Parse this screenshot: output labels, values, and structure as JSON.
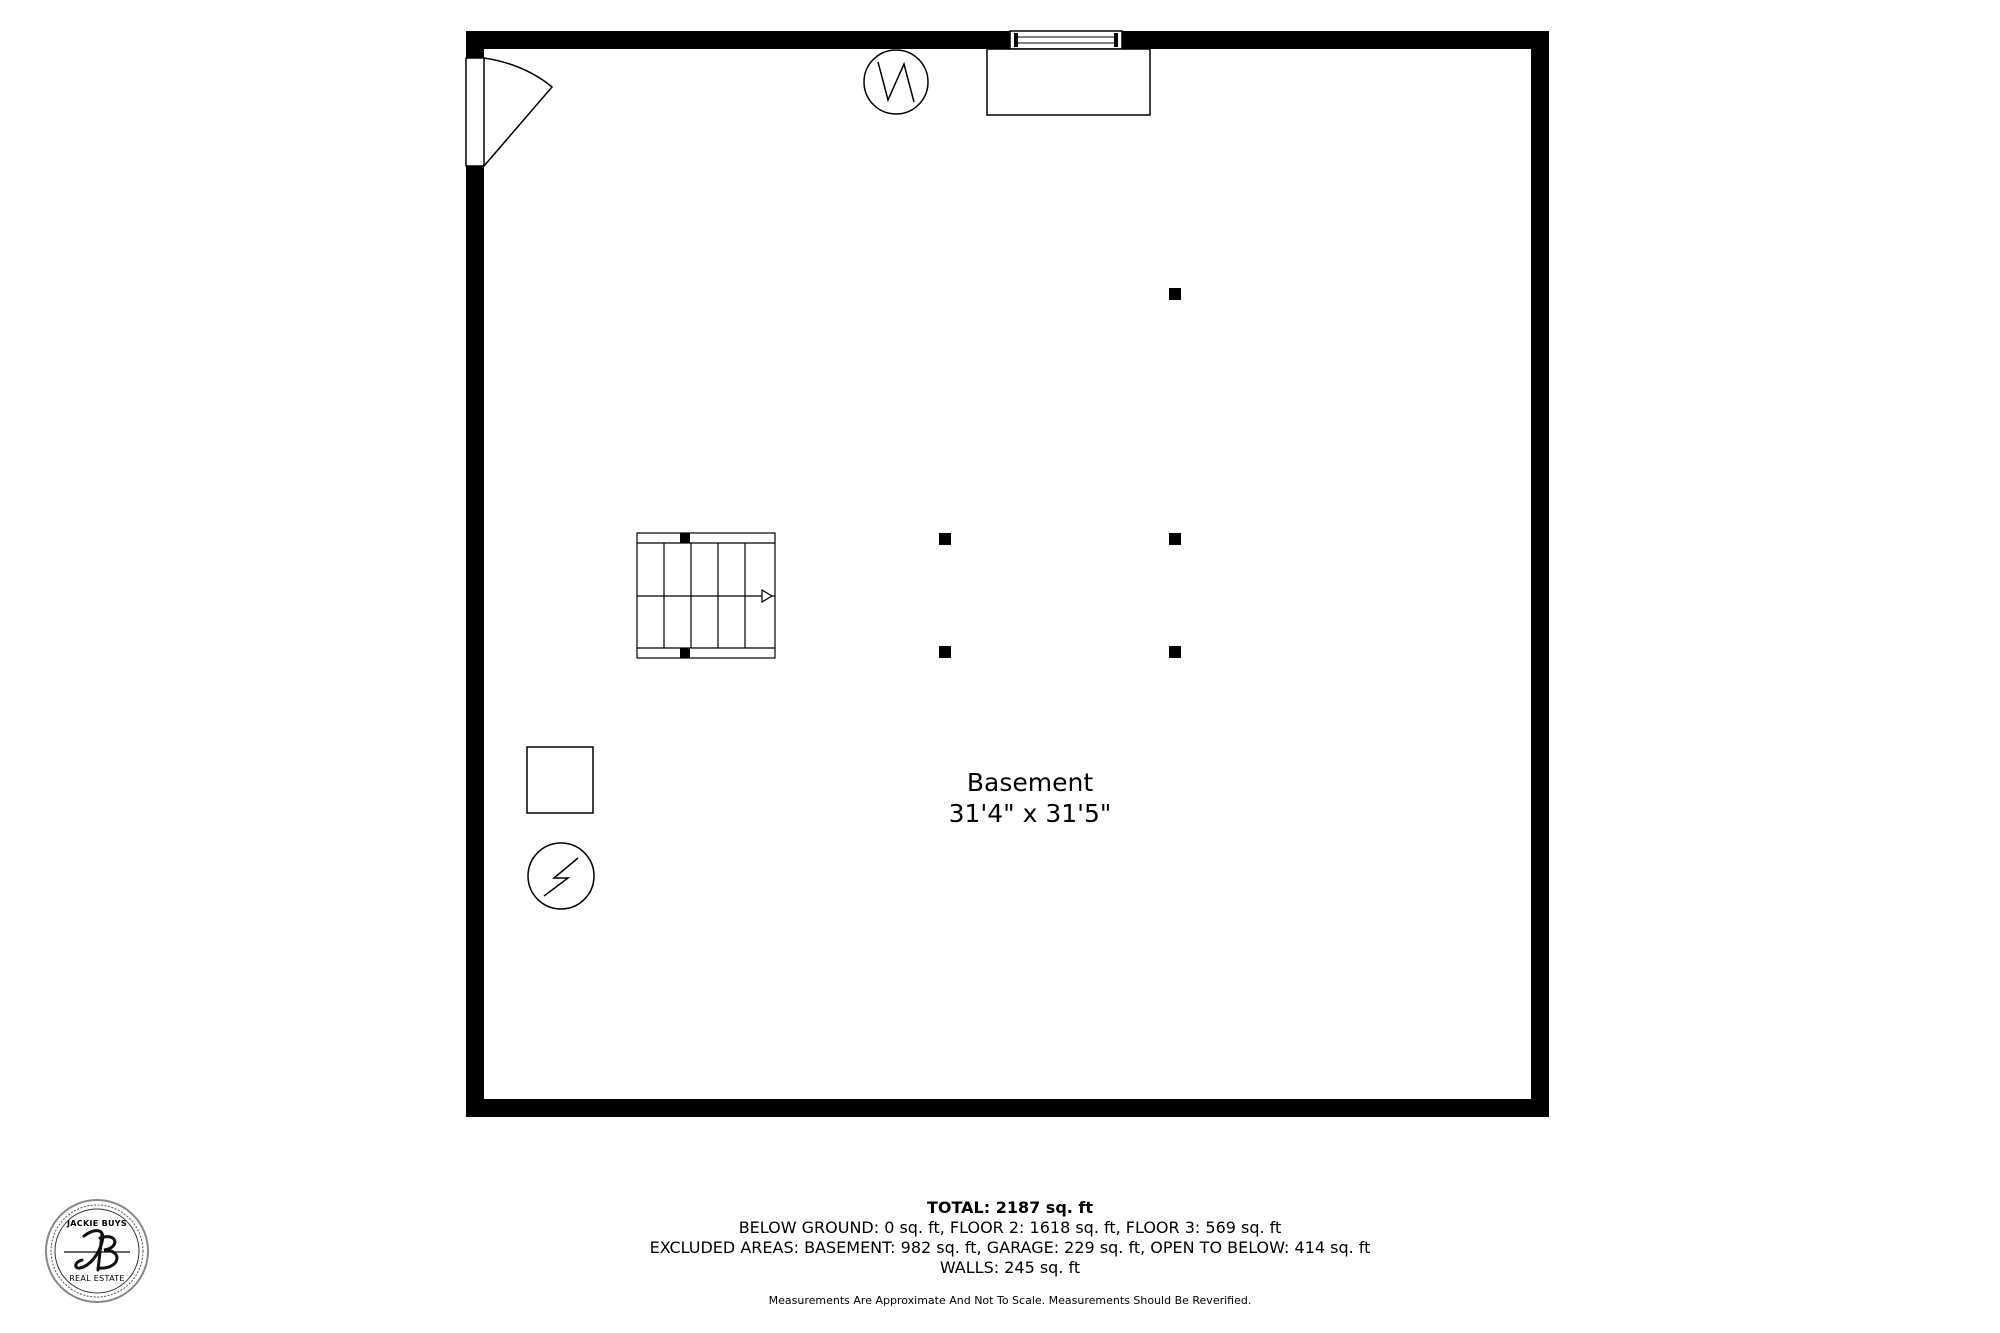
{
  "room": {
    "name": "Basement",
    "dimensions": "31'4\" x 31'5\""
  },
  "summary": {
    "total": "TOTAL: 2187 sq. ft",
    "below_ground": "BELOW GROUND: 0 sq. ft, FLOOR 2: 1618 sq. ft, FLOOR 3: 569 sq. ft",
    "excluded": "EXCLUDED AREAS: BASEMENT: 982 sq. ft, GARAGE: 229 sq. ft, OPEN TO BELOW: 414 sq. ft",
    "walls": "WALLS: 245 sq. ft"
  },
  "disclaimer": "Measurements Are Approximate And Not To Scale. Measurements Should Be Reverified.",
  "logo": {
    "top_text": "JACKIE BUYS",
    "monogram": "JB",
    "bottom_text": "REAL ESTATE"
  },
  "icons": [
    "door-swing-icon",
    "water-heater-icon",
    "furnace-icon",
    "stairs-icon",
    "column-icon",
    "window-icon"
  ],
  "colors": {
    "walls": "#000000",
    "background": "#ffffff"
  }
}
